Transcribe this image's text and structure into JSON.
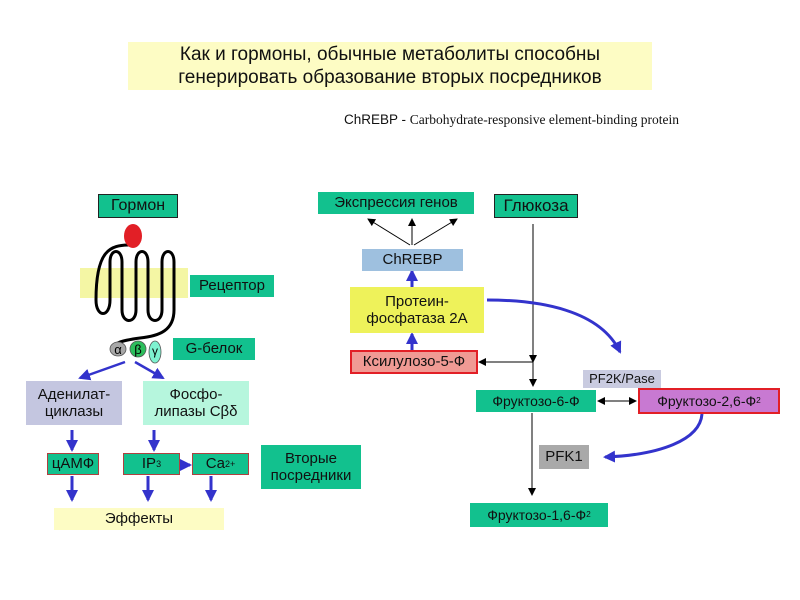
{
  "title": {
    "line1": "Как и гормоны, обычные метаболиты способны",
    "line2": "генерировать образование вторых посредников"
  },
  "subtitle": {
    "abbr": "ChREBP - ",
    "full": "Carbohydrate-responsive element-binding protein"
  },
  "left_pathway": {
    "hormone": "Гормон",
    "receptor": "Рецептор",
    "g_protein": "G-белок",
    "g_subunits": [
      "α",
      "β",
      "γ"
    ],
    "adenylate_cyclase": [
      "Аденилат-",
      "циклазы"
    ],
    "phospholipase": [
      "Фосфо-",
      "липазы Cβδ"
    ],
    "camp": "цАМФ",
    "ip3": {
      "base": "IP",
      "sub": "3"
    },
    "calcium": {
      "base": "Ca",
      "sup": "2+"
    },
    "second_messengers": [
      "Вторые",
      "посредники"
    ],
    "effects": "Эффекты"
  },
  "right_pathway": {
    "gene_expression": "Экспрессия генов",
    "glucose": "Глюкоза",
    "chrebp": "ChREBP",
    "pp2a": [
      "Протеин-",
      "фосфатаза 2А"
    ],
    "xylulose": "Ксилулозо-5-Ф",
    "pf2k": "PF2K/Pase",
    "f6p": "Фруктозо-6-Ф",
    "f26p": {
      "base": "Фруктозо-2,6-Ф",
      "sub": "2"
    },
    "pfk1": "PFK1",
    "f16p": {
      "base": "Фруктозо-1,6-Ф",
      "sub": "2"
    }
  },
  "colors": {
    "teal": "#12c18e",
    "arrow_blue": "#3333cc",
    "red_border": "#e21f26",
    "membrane": "#fdfcc4",
    "hormone_red": "#e21f26"
  }
}
